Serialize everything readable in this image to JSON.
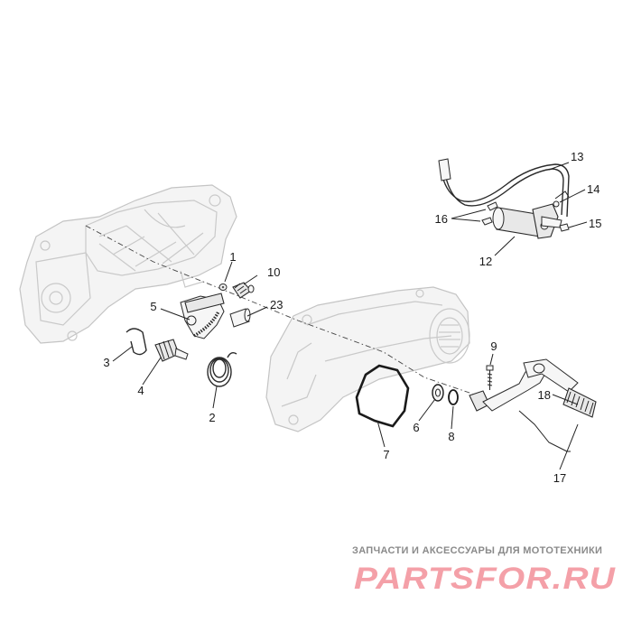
{
  "callouts": {
    "c1": "1",
    "c2": "2",
    "c3": "3",
    "c4": "4",
    "c5": "5",
    "c6": "6",
    "c7": "7",
    "c8": "8",
    "c9": "9",
    "c10": "10",
    "c12": "12",
    "c13": "13",
    "c14": "14",
    "c15": "15",
    "c16": "16",
    "c17": "17",
    "c18": "18",
    "c23": "23"
  },
  "watermark": {
    "tagline": "ЗАПЧАСТИ И АКСЕССУАРЫ ДЛЯ МОТОТЕХНИКИ",
    "logo_text": "PARTSFOR.RU",
    "logo_color": "#f4a0a8"
  }
}
